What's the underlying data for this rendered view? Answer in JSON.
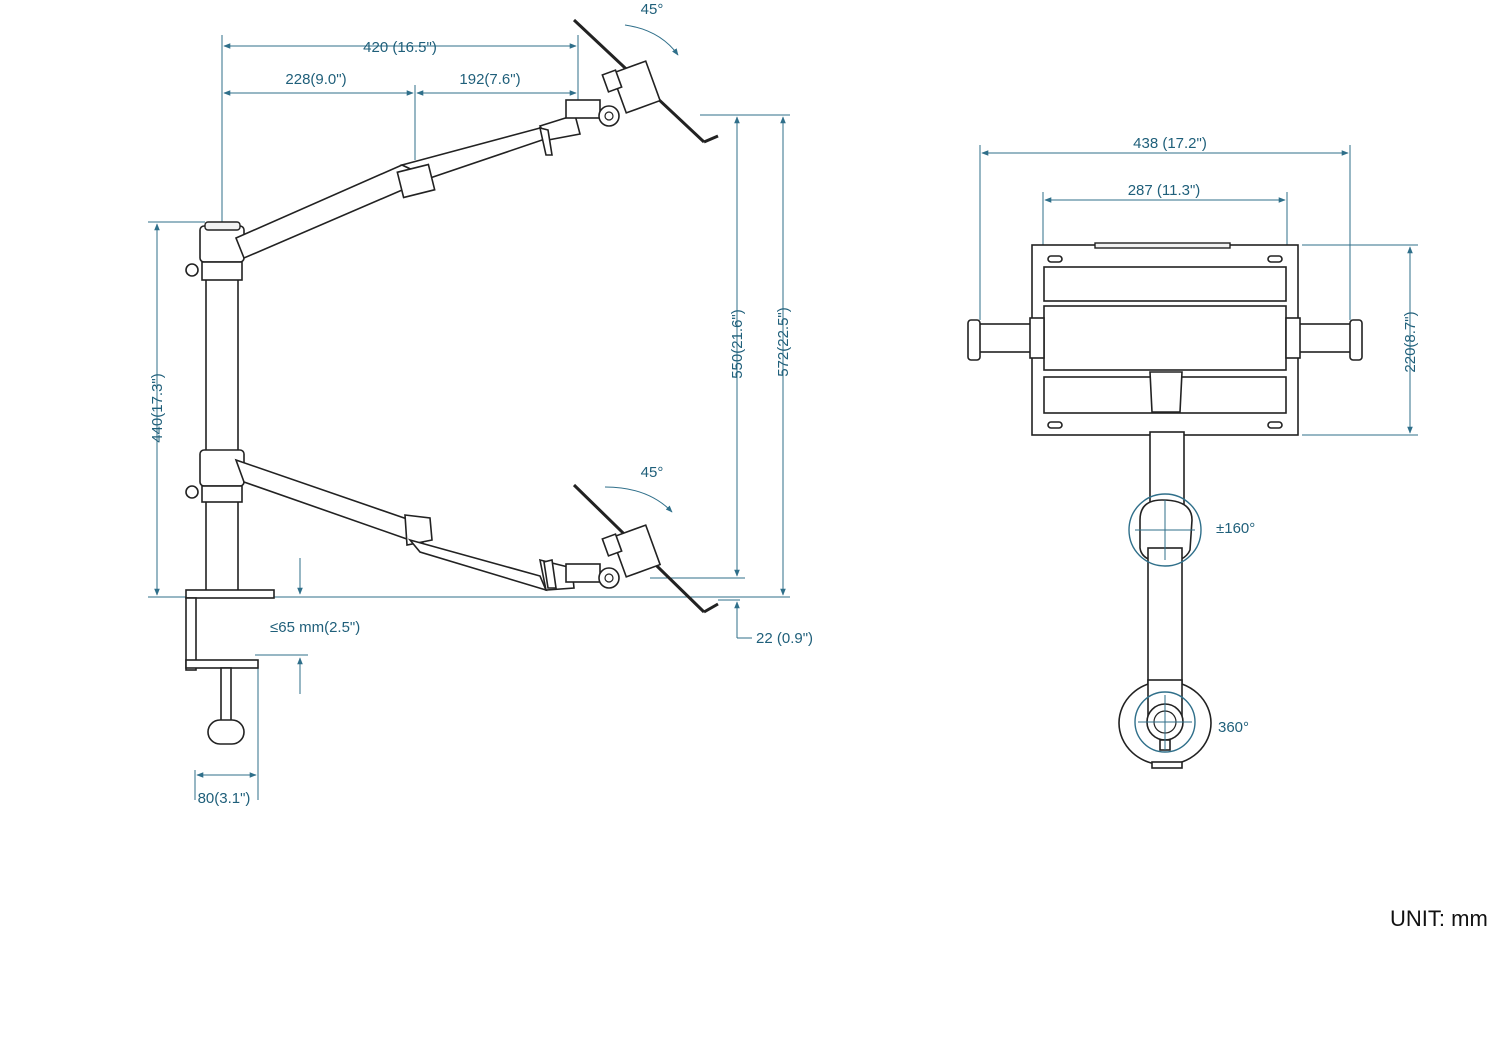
{
  "side_view": {
    "labels": {
      "total_reach": "420 (16.5\")",
      "arm1_length": "228(9.0\")",
      "arm2_length": "192(7.6\")",
      "tilt_top": "45°",
      "tilt_bottom": "45°",
      "pole_height": "440(17.3\")",
      "height_550": "550(21.6\")",
      "height_572": "572(22.5\")",
      "desk_clamp_thickness": "≤65 mm(2.5\")",
      "bottom_offset": "22 (0.9\")",
      "clamp_width": "80(3.1\")"
    }
  },
  "front_view": {
    "labels": {
      "tray_width_max": "438 (17.2\")",
      "tray_width_min": "287 (11.3\")",
      "tray_height": "220(8.7\")",
      "rotation_160": "±160°",
      "rotation_360": "360°"
    }
  },
  "unit_label": "UNIT: mm",
  "colors": {
    "dimension": "#2f6f8a",
    "dimension_text": "#1f5f7a",
    "outline": "#222222"
  }
}
